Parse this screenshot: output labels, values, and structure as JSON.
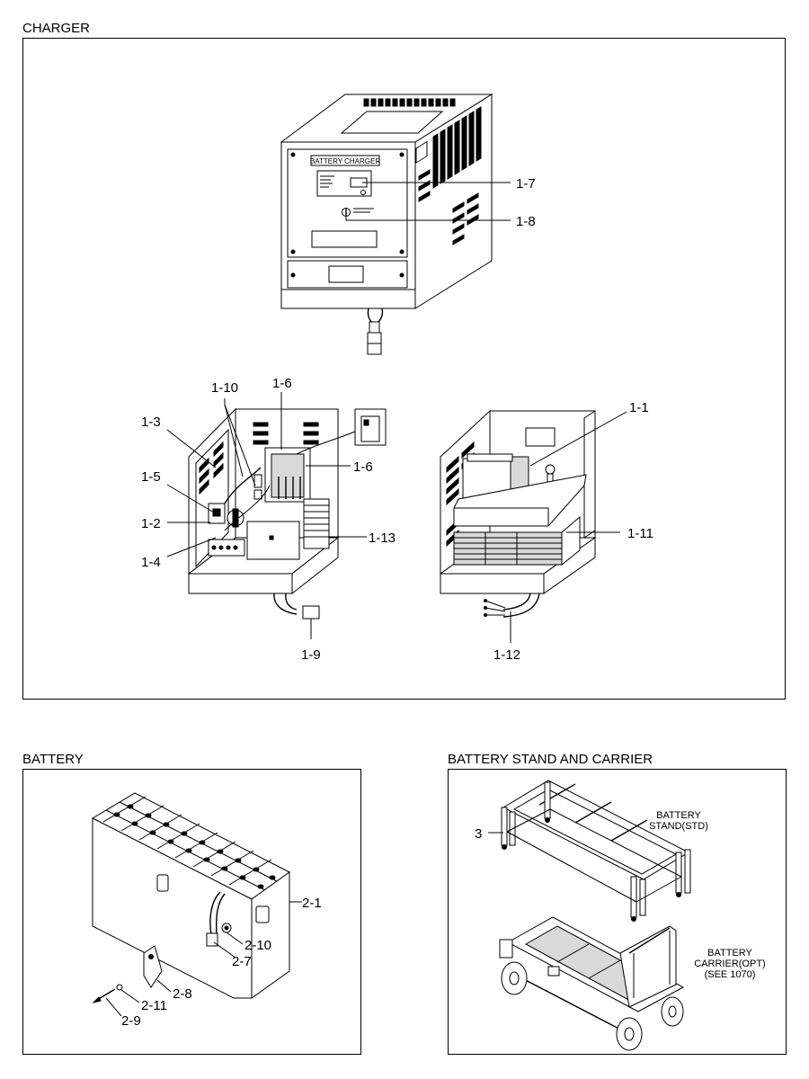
{
  "sections": {
    "charger": {
      "title": "CHARGER",
      "callouts": [
        "1-7",
        "1-8",
        "1-10",
        "1-6",
        "1-6",
        "1-3",
        "1-5",
        "1-2",
        "1-4",
        "1-13",
        "1-9",
        "1-1",
        "1-11",
        "1-12"
      ],
      "front_panel_text": "BATTERY CHARGER"
    },
    "battery": {
      "title": "BATTERY",
      "callouts": [
        "2-1",
        "2-10",
        "2-7",
        "2-8",
        "2-11",
        "2-9"
      ]
    },
    "stand": {
      "title": "BATTERY STAND AND CARRIER",
      "callouts": [
        "3"
      ],
      "stand_label": [
        "BATTERY",
        "STAND(STD)"
      ],
      "carrier_label": [
        "BATTERY",
        "CARRIER(OPT)",
        "(SEE 1070)"
      ]
    }
  }
}
